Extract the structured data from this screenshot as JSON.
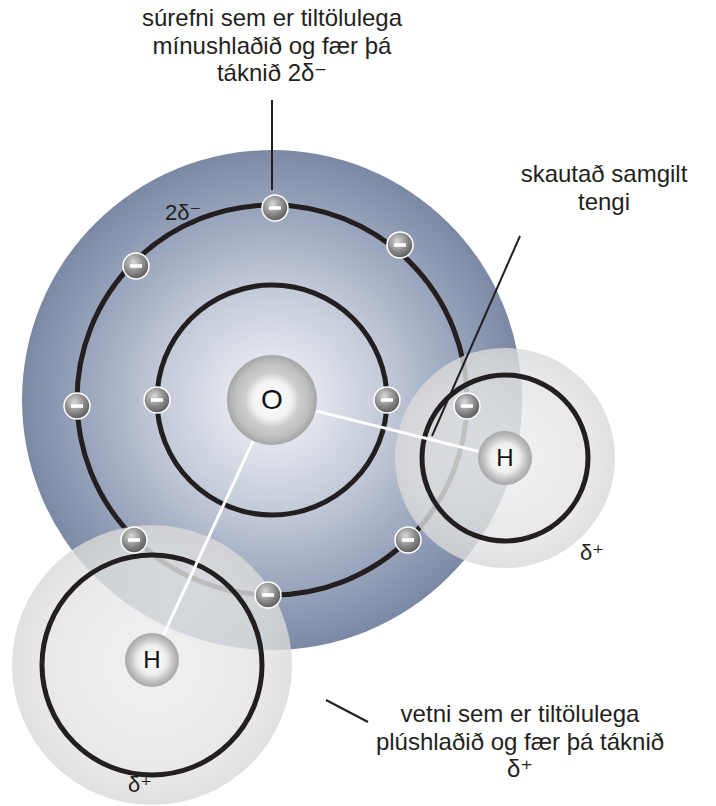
{
  "diagram": {
    "nodes": [
      {
        "text": [
          "O"
        ]
      },
      {
        "text": [
          "H"
        ]
      },
      {
        "text": [
          "H"
        ]
      }
    ],
    "edges": [
      {
        "from": 0,
        "to": 1,
        "arrow": "none"
      },
      {
        "from": 0,
        "to": 2,
        "arrow": "none"
      }
    ],
    "labels": [
      "súrefni sem er tiltölulega mínushlaðið og fær þá táknið 2δ⁻",
      "2δ⁻",
      "skautað samgilt tengi",
      "δ⁺",
      "δ⁺",
      "vetni sem er tiltölulega plúshlaðið og fær þá táknið δ⁺"
    ]
  }
}
